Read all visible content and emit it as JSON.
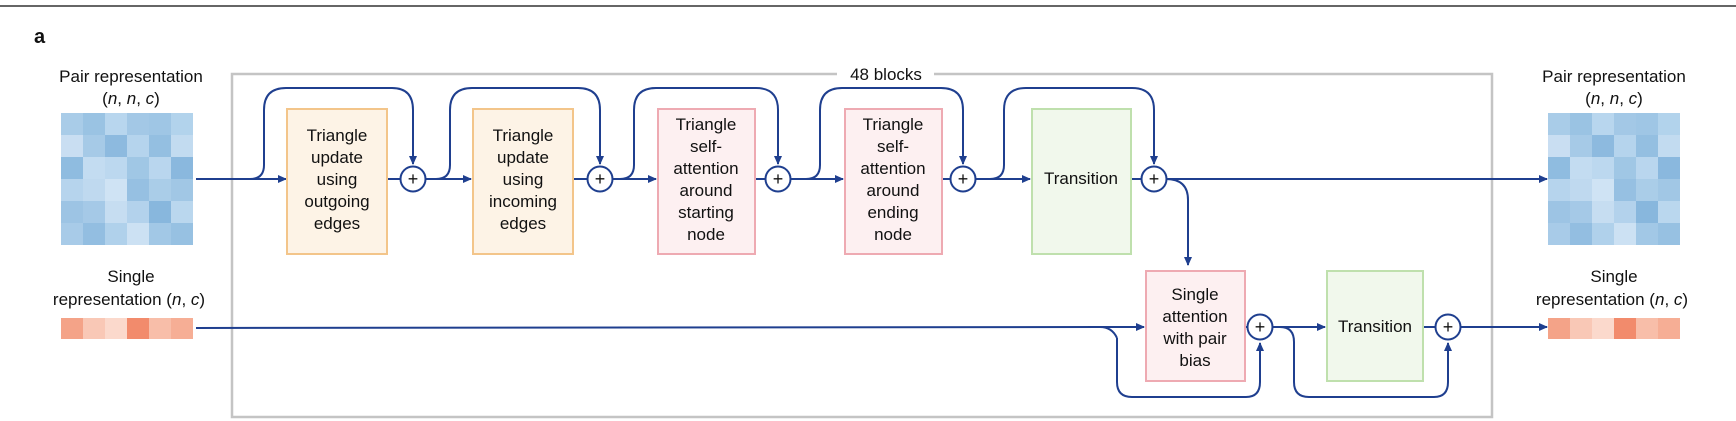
{
  "panel_label": "a",
  "block_frame": {
    "label": "48 blocks"
  },
  "pair_input": {
    "title": "Pair representation",
    "dims": [
      "n",
      "n",
      "c"
    ]
  },
  "pair_output": {
    "title": "Pair representation",
    "dims": [
      "n",
      "n",
      "c"
    ]
  },
  "single_input": {
    "title_line1": "Single",
    "title_line2": "representation (",
    "dims": [
      "n",
      "c"
    ],
    "close": ")"
  },
  "single_output": {
    "title_line1": "Single",
    "title_line2": "representation (",
    "dims": [
      "n",
      "c"
    ],
    "close": ")"
  },
  "modules": {
    "tri_out": {
      "lines": [
        "Triangle",
        "update",
        "using",
        "outgoing",
        "edges"
      ]
    },
    "tri_in": {
      "lines": [
        "Triangle",
        "update",
        "using",
        "incoming",
        "edges"
      ]
    },
    "att_start": {
      "lines": [
        "Triangle",
        "self-",
        "attention",
        "around",
        "starting",
        "node"
      ]
    },
    "att_end": {
      "lines": [
        "Triangle",
        "self-",
        "attention",
        "around",
        "ending",
        "node"
      ]
    },
    "pair_transition": {
      "lines": [
        "Transition"
      ]
    },
    "single_attention": {
      "lines": [
        "Single",
        "attention",
        "with pair",
        "bias"
      ]
    },
    "single_transition": {
      "lines": [
        "Transition"
      ]
    }
  },
  "add_symbol": "+",
  "colors": {
    "arrow": "#1f3f8f",
    "frame": "#c4c4c4",
    "orange_fill": "#fdf3e6",
    "orange_stroke": "#f3c58a",
    "pink_fill": "#fdf0f1",
    "pink_stroke": "#eeaab2",
    "green_fill": "#f1f8ec",
    "green_stroke": "#bfe0ad",
    "pair_grid": [
      [
        "#a9cce8",
        "#9ac3e3",
        "#b8d6ee",
        "#a3c8e6",
        "#9fc6e5",
        "#b2d3ec"
      ],
      [
        "#c9def2",
        "#a6cae7",
        "#8dbadf",
        "#b5d4ed",
        "#94bfe1",
        "#c2dbf0"
      ],
      [
        "#8fbce0",
        "#c3dcf1",
        "#bcd8ef",
        "#a0c7e5",
        "#b9d6ee",
        "#8ab8de"
      ],
      [
        "#b6d4ed",
        "#bfd9ef",
        "#cfe3f4",
        "#96c0e2",
        "#aacde8",
        "#a1c7e5"
      ],
      [
        "#9dc4e4",
        "#a5c9e7",
        "#c6ddf1",
        "#b3d2ec",
        "#88b7dd",
        "#bad7ee"
      ],
      [
        "#a8cbe8",
        "#93bee1",
        "#b0d1eb",
        "#cce1f3",
        "#a2c8e6",
        "#97c1e2"
      ]
    ],
    "single_strip": [
      "#f4a388",
      "#f9c8b6",
      "#fbd9cc",
      "#f28b6c",
      "#f8bea9",
      "#f6ae95"
    ]
  }
}
